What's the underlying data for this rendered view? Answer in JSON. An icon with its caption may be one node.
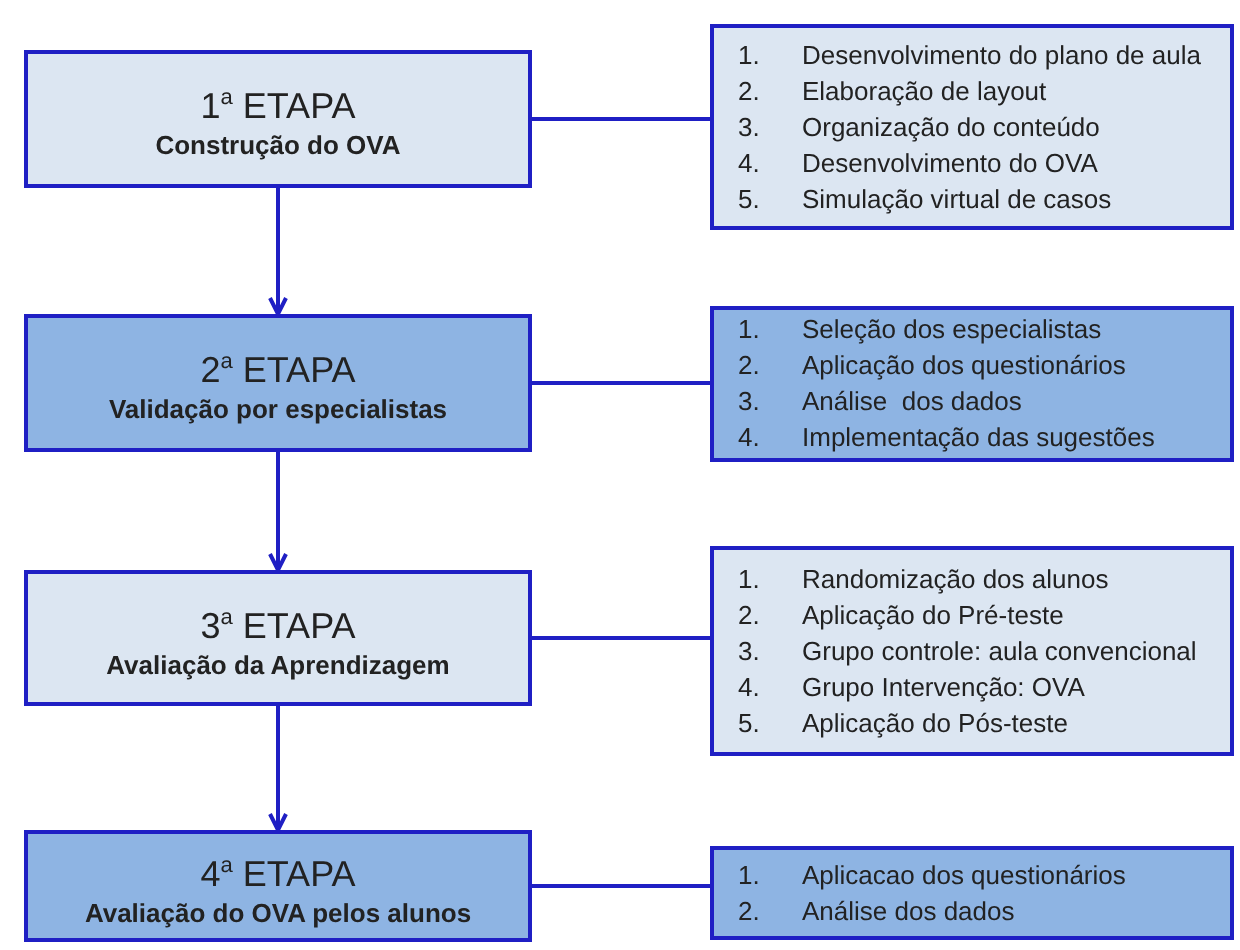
{
  "diagram": {
    "nodes": [
      {
        "text": [
          "1$^{a}$ ETAPA",
          "Construção do OVA"
        ]
      },
      {
        "text": [
          "1. Desenvolvimento do plano de aula",
          "2. Elaboração de layout",
          "3. Organização do conteúdo",
          "4. Desenvolvimento do OVA",
          "5. Simulação virtual de casos"
        ]
      },
      {
        "text": [
          "2$^{a}$ ETAPA",
          "Validação por especialistas"
        ]
      },
      {
        "text": [
          "1. Seleção dos especialistas",
          "2. Aplicação dos questionários",
          "3. Análise  dos dados",
          "4. Implementação das sugestões"
        ]
      },
      {
        "text": [
          "3$^{a}$ ETAPA",
          "Avaliação da Aprendizagem"
        ]
      },
      {
        "text": [
          "1. Randomização dos alunos",
          "2. Aplicação do Pré-teste",
          "3. Grupo controle: aula convencional",
          "4. Grupo Intervenção: OVA",
          "5. Aplicação do Pós-teste"
        ]
      },
      {
        "text": [
          "4$^{a}$ ETAPA",
          "Avaliação do OVA pelos alunos"
        ]
      },
      {
        "text": [
          "1. Aplicacao dos questionários",
          "2. Análise dos dados"
        ]
      }
    ],
    "edges": [
      {
        "from": 0,
        "to": 1,
        "arrow": "none"
      },
      {
        "from": 0,
        "to": 2,
        "arrow": "to"
      },
      {
        "from": 2,
        "to": 3,
        "arrow": "none"
      },
      {
        "from": 2,
        "to": 4,
        "arrow": "to"
      },
      {
        "from": 4,
        "to": 5,
        "arrow": "none"
      },
      {
        "from": 4,
        "to": 6,
        "arrow": "to"
      },
      {
        "from": 6,
        "to": 7,
        "arrow": "none"
      }
    ]
  }
}
